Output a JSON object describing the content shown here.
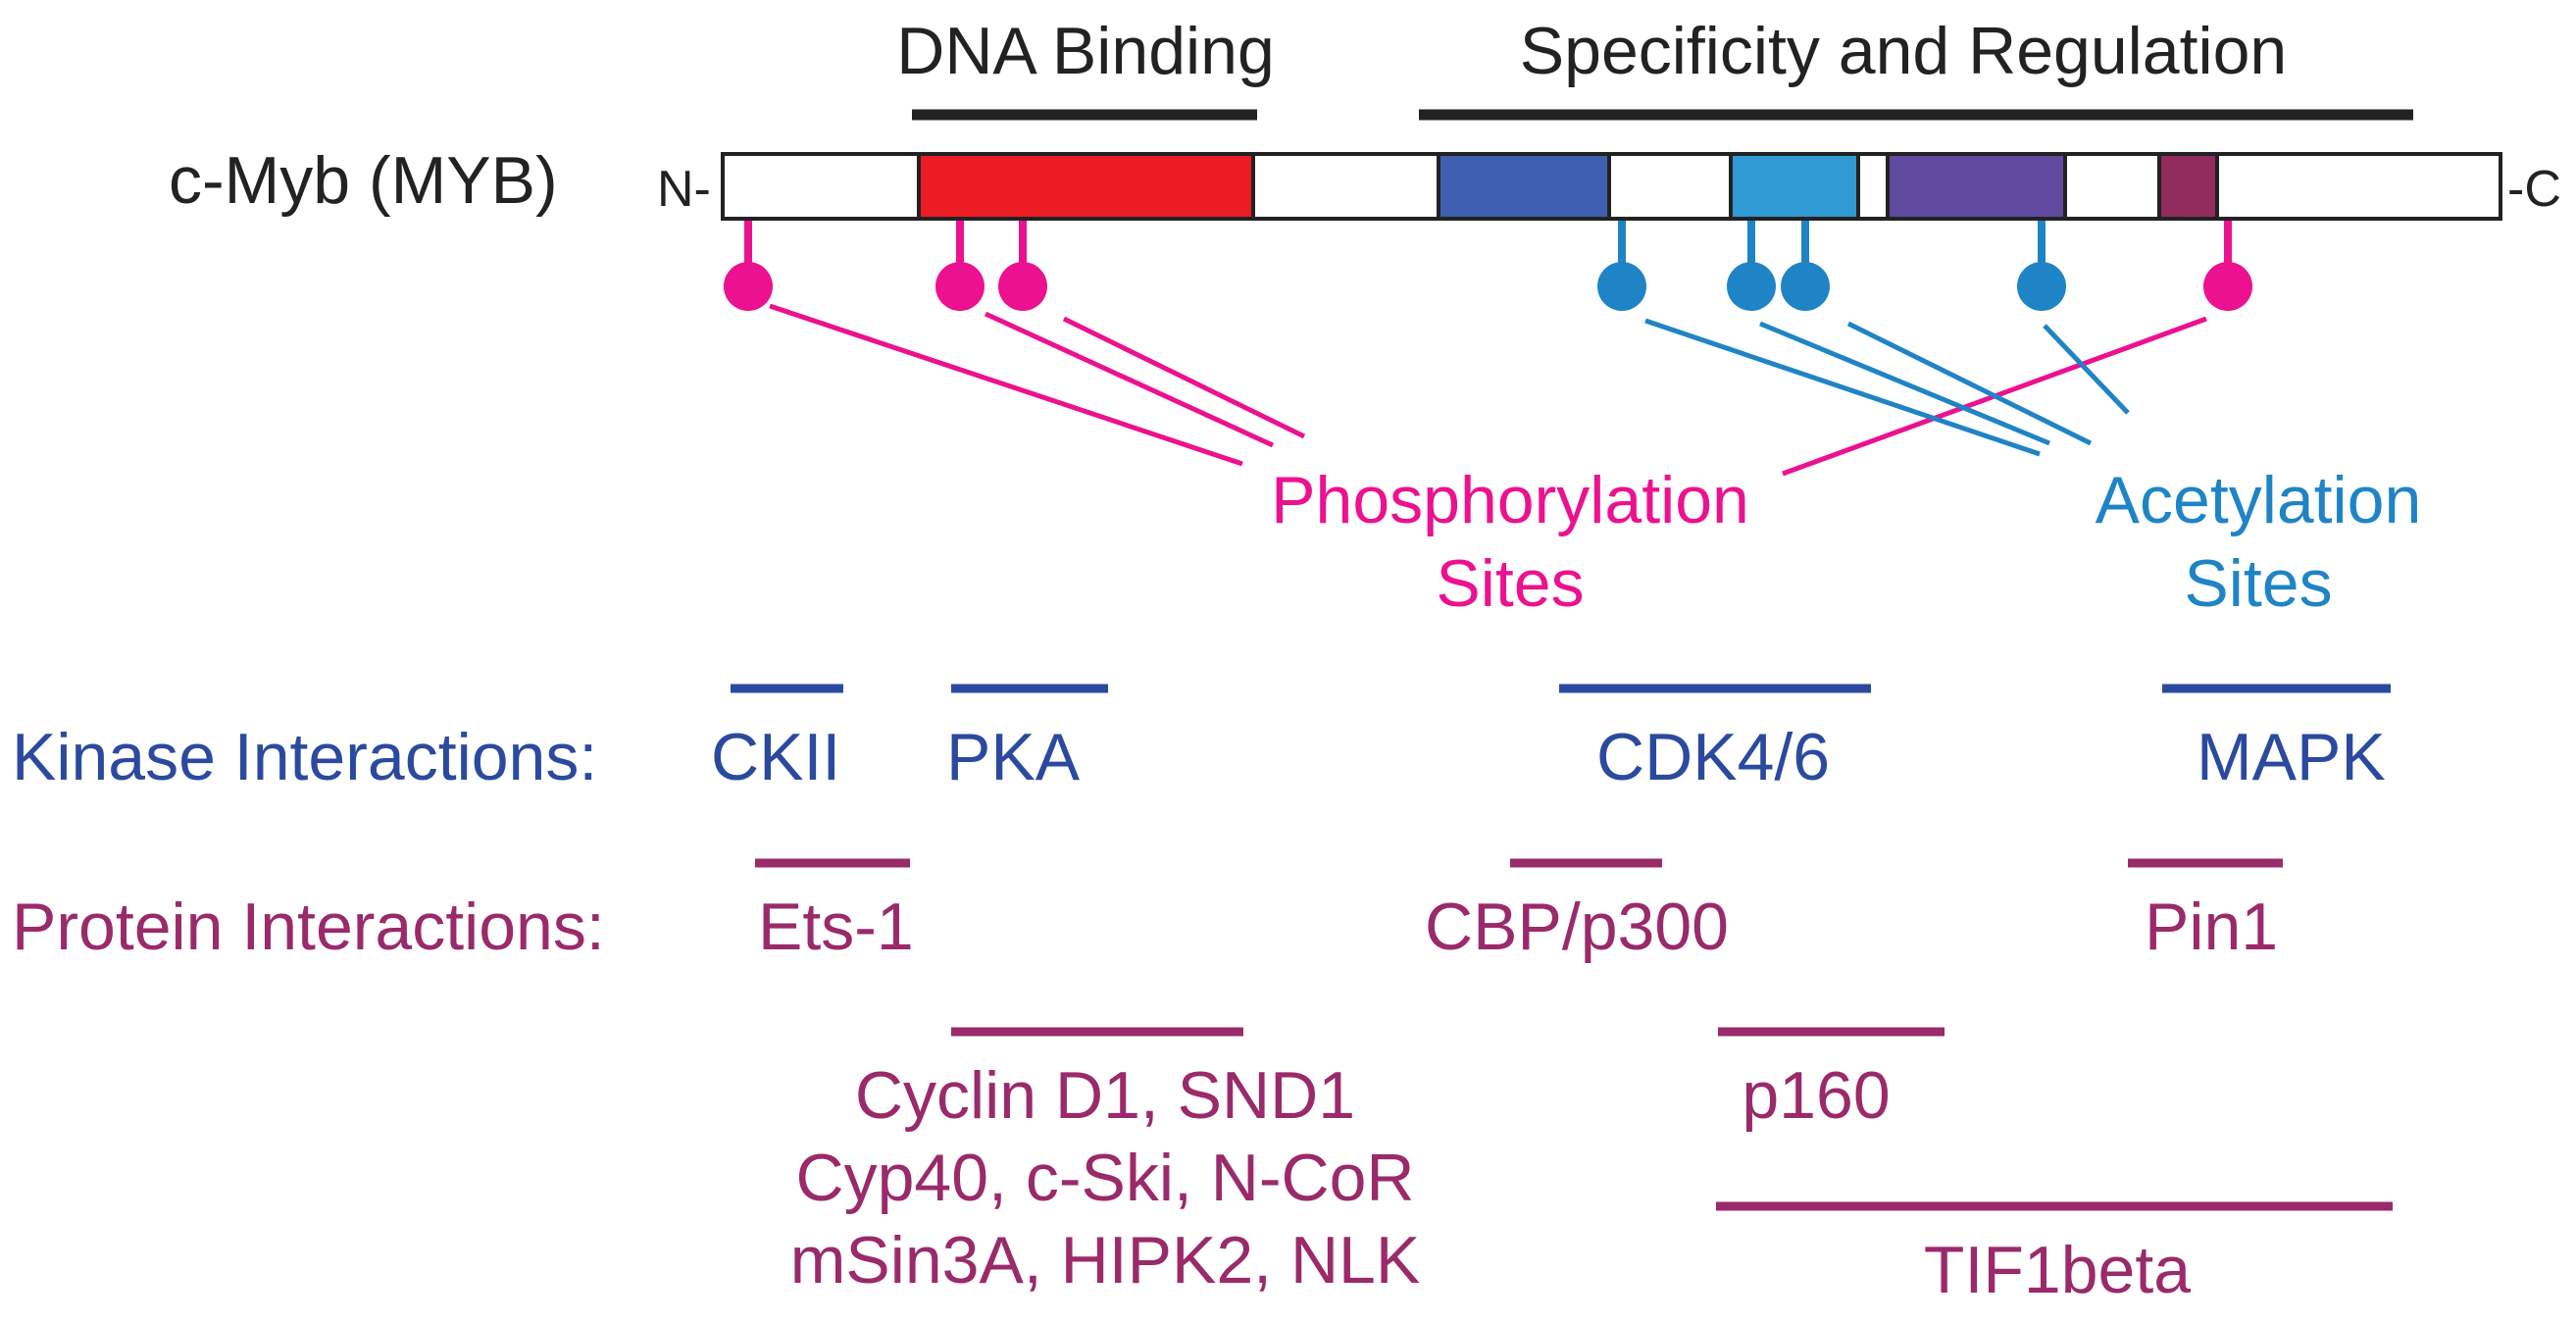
{
  "protein": {
    "name": "c-Myb (MYB)",
    "n_terminus": "N-",
    "c_terminus": "-C"
  },
  "regions": {
    "dna_binding": "DNA Binding",
    "specificity": "Specificity and Regulation"
  },
  "domains": [
    {
      "color": "#ec1c24"
    },
    {
      "color": "#3f60b0"
    },
    {
      "color": "#2f9ad4"
    },
    {
      "color": "#5f4aa0"
    },
    {
      "color": "#922c5e"
    }
  ],
  "modifications": {
    "phospho_label_1": "Phosphorylation",
    "phospho_label_2": "Sites",
    "acetyl_label_1": "Acetylation",
    "acetyl_label_2": "Sites",
    "phospho_color": "#ec118f",
    "acetyl_color": "#1f84c6"
  },
  "kinase": {
    "heading": "Kinase Interactions:",
    "color": "#2b4a9f",
    "items": [
      "CKII",
      "PKA",
      "CDK4/6",
      "MAPK"
    ]
  },
  "protein_interactions": {
    "heading": "Protein Interactions:",
    "color": "#9a2a6a",
    "ets1": "Ets-1",
    "cbp": "CBP/p300",
    "pin1": "Pin1",
    "cyclin_line_1": "Cyclin D1, SND1",
    "cyclin_line_2": "Cyp40, c-Ski, N-CoR",
    "cyclin_line_3": "mSin3A, HIPK2, NLK",
    "p160": "p160",
    "tif1beta": "TIF1beta"
  }
}
